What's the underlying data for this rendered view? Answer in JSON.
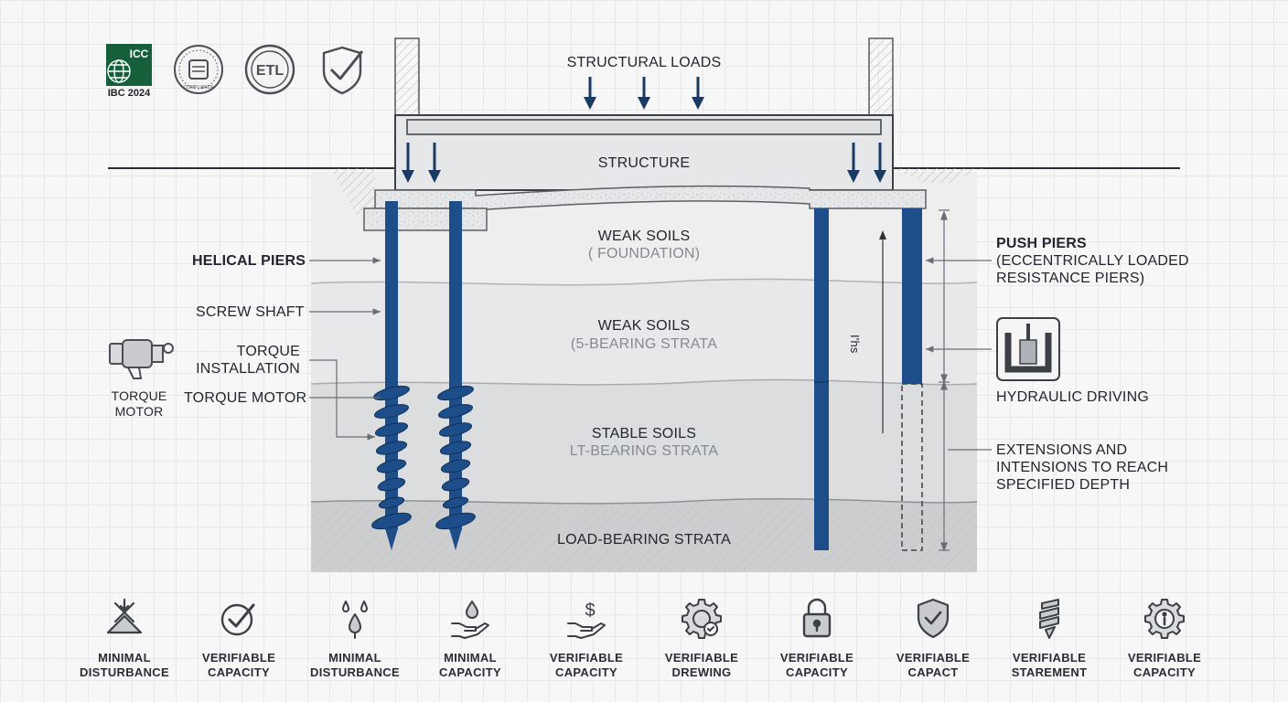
{
  "badges": {
    "icc": "ICC",
    "ibc": "IBC 2024",
    "seal_text": "COMPLIANCE",
    "etl": "ETL"
  },
  "diagram": {
    "structural_loads": "STRUCTURAL LOADS",
    "structure": "STRUCTURE",
    "weak_soils_1": "WEAK SOILS",
    "weak_soils_1_sub": "( FOUNDATION)",
    "weak_soils_2": "WEAK SOILS",
    "weak_soils_2_sub": "(5-BEARING STRATA",
    "stable_soils": "STABLE SOILS",
    "stable_soils_sub": "LT-BEARING STRATA",
    "load_bearing": "LOAD-BEARING STRATA",
    "depth_marker": "I'hs"
  },
  "left_labels": {
    "helical_piers": "HELICAL PIERS",
    "screw_shaft": "SCREW SHAFT",
    "torque_installation_1": "TORQUE",
    "torque_installation_2": "INSTALLATION",
    "torque_motor": "TORQUE MOTOR",
    "motor_icon_1": "TORQUE",
    "motor_icon_2": "MOTOR"
  },
  "right_labels": {
    "push_piers": "PUSH PIERS",
    "push_piers_sub_1": "(ECCENTRICALLY LOADED",
    "push_piers_sub_2": "RESISTANCE PIERS)",
    "hydraulic_driving": "HYDRAULIC DRIVING",
    "extensions_1": "EXTENSIONS AND",
    "extensions_2": "INTENSIONS TO REACH",
    "extensions_3": "SPECIFIED DEPTH"
  },
  "footer": [
    {
      "icon": "minimal-disturbance-icon",
      "line1": "MINIMAL",
      "line2": "DISTURBANCE"
    },
    {
      "icon": "check-circle-icon",
      "line1": "VERIFIABLE",
      "line2": "CAPACITY"
    },
    {
      "icon": "water-drops-icon",
      "line1": "MINIMAL",
      "line2": "DISTURBANCE"
    },
    {
      "icon": "hand-drop-icon",
      "line1": "MINIMAL",
      "line2": "CAPACITY"
    },
    {
      "icon": "hand-dollar-icon",
      "line1": "VERIFIABLE",
      "line2": "CAPACITY"
    },
    {
      "icon": "gear-check-icon",
      "line1": "VERIFIABLE",
      "line2": "DREWING"
    },
    {
      "icon": "padlock-icon",
      "line1": "VERIFIABLE",
      "line2": "CAPACITY"
    },
    {
      "icon": "shield-check-icon",
      "line1": "VERIFIABLE",
      "line2": "CAPACT"
    },
    {
      "icon": "helical-screw-icon",
      "line1": "VERIFIABLE",
      "line2": "STAREMENT"
    },
    {
      "icon": "gear-info-icon",
      "line1": "VERIFIABLE",
      "line2": "CAPACITY"
    }
  ],
  "colors": {
    "pier_blue": "#1d4e89",
    "arrow_navy": "#1b3a63",
    "badge_green": "#15603a",
    "outline_gray": "#4b4f55"
  }
}
